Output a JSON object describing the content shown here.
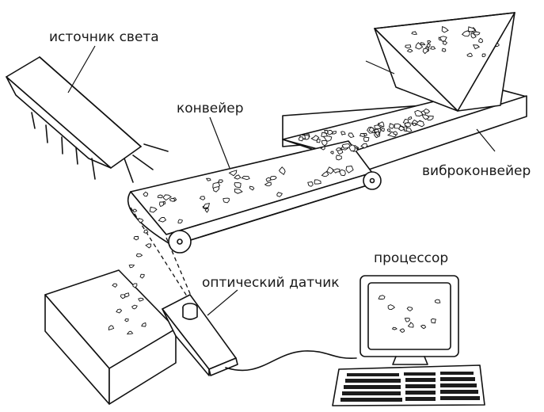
{
  "labels": {
    "light_source": "источник света",
    "conveyor": "конвейер",
    "vibro_conveyor": "виброконвейер",
    "processor": "процессор",
    "optical_sensor": "оптический датчик"
  }
}
